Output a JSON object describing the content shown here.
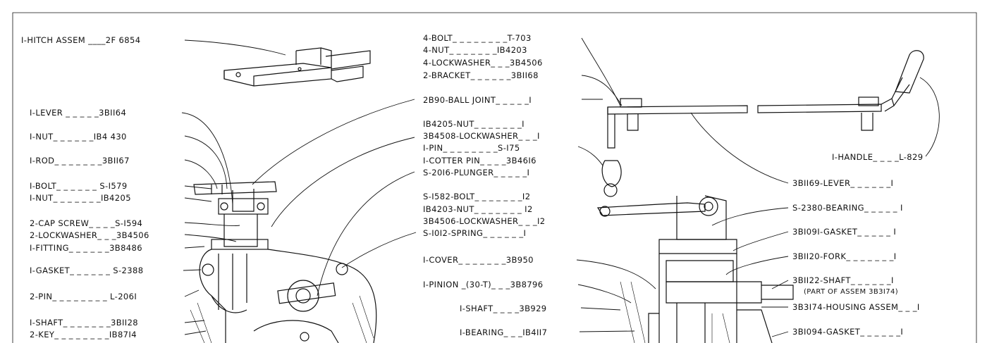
{
  "labels": {
    "hitch": "I-HITCH ASSEM ____2F 6854",
    "lever": "I-LEVER _ _ _ _ _3BII64",
    "nut1": "I-NUT_ _ _ _ _ _IB4 430",
    "rod": "I-ROD_ _ _ _ _ _ _3BII67",
    "bolt1": "I-BOLT_ _ _ _ _ _ S-I579",
    "nut2": "I-NUT_ _ _ _ _ _ _IB4205",
    "capscrew": "2-CAP SCREW_ _ _ _S-I594",
    "lockwasher1": "2-LOCKWASHER_ _ _3B4506",
    "fitting": "I-FITTING_ _ _ _ _ _3B8486",
    "gasket1": "I-GASKET_ _ _ _ _ _ S-2388",
    "pin1": "2-PIN_ _ _ _ _ _ _ _ L-206I",
    "shaft1": "I-SHAFT_ _ _ _ _ _ _3BII28",
    "key": "2-KEY_ _ _ _ _ _ _ _IB87I4",
    "bolt4": "4-BOLT_ _ _ _ _ _ _ _T-703",
    "nut4": "4-NUT_ _ _ _ _ _ _IB4203",
    "lockwasher4": "4-LOCKWASHER_ _ _3B4506",
    "bracket": "2-BRACKET_ _ _ _ _ _3BII68",
    "balljoint": "2B90-BALL JOINT_ _ _ _ _I",
    "nut_ib4205": "IB4205-NUT_ _ _ _ _ _ _I",
    "lockwasher_3b4508": "3B4508-LOCKWASHER_ _ _I",
    "pin_s175": "I-PIN_ _ _ _ _ _ _ _S-I75",
    "cotterpin": "I-COTTER PIN_ _ _ _3B46I6",
    "plunger": "S-20I6-PLUNGER_ _ _ _ _I",
    "bolt_s1582": "S-I582-BOLT_ _ _ _ _ _ _I2",
    "nut_ib4203": "IB4203-NUT_ _ _ _ _ _ _ I2",
    "lockwasher_3b4506": "3B4506-LOCKWASHER_ _ _I2",
    "spring": "S-I0I2-SPRING_ _ _ _ _ _I",
    "cover": "I-COVER_ _ _ _ _ _ _3B950",
    "pinion": "I-PINION _(30-T)_ _ _3B8796",
    "shaft2": "I-SHAFT_ _ _ _3B929",
    "bearing1": "I-BEARING_ _ _IB4II7",
    "handle": "I-HANDLE_ _ _ _L-829",
    "lever2": "3BII69-LEVER_ _ _ _ _ _I",
    "bearing2": "S-2380-BEARING_ _ _ _ _ I",
    "gasket2": "3BI09I-GASKET_ _ _ _ _ I",
    "fork": "3BII20-FORK_ _ _ _ _ _ _I",
    "shaft3": "3BII22-SHAFT_ _ _ _ _ _I",
    "shaft3_note": "(PART OF ASSEM 3B3I74)",
    "housing": "3B3I74-HOUSING ASSEM_ _ _I",
    "gasket3": "3BI094-GASKET_ _ _ _ _ _I"
  }
}
